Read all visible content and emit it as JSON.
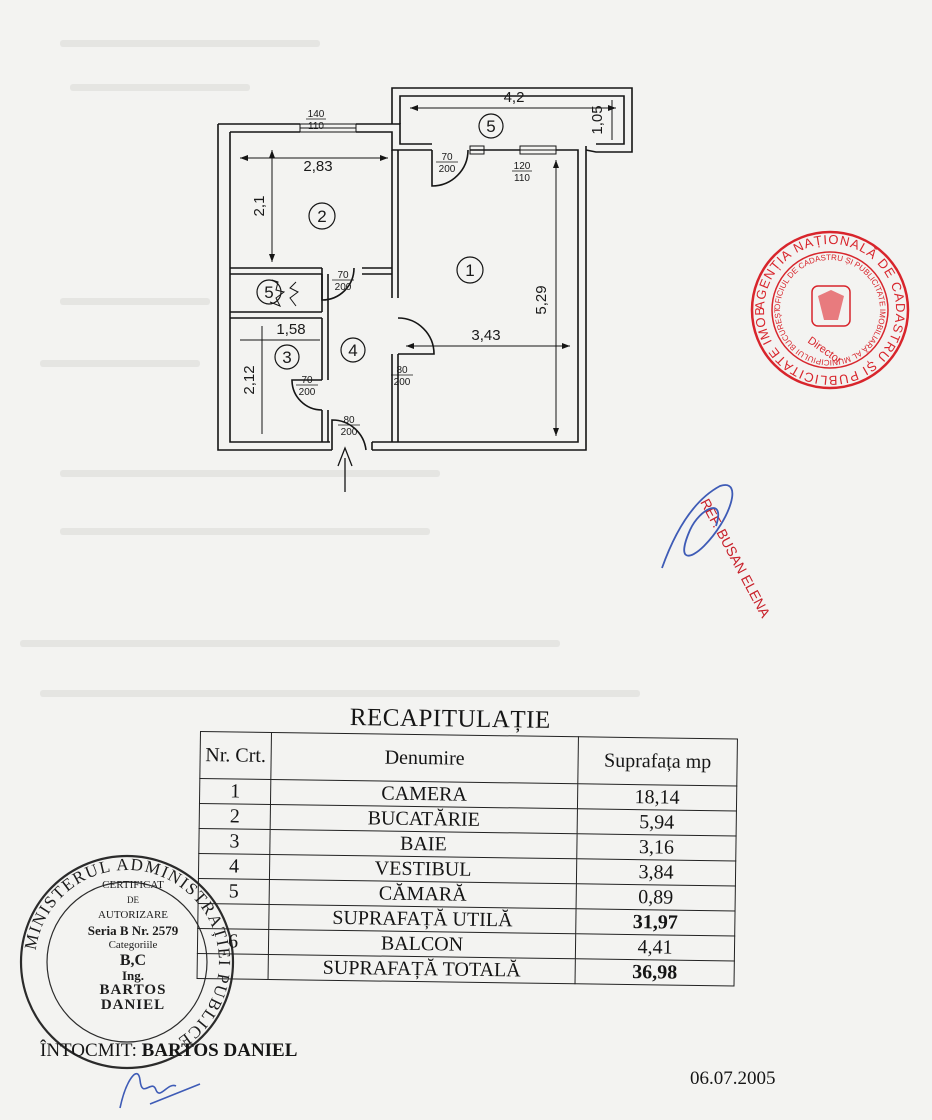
{
  "plan": {
    "rooms": [
      {
        "num": "1"
      },
      {
        "num": "2"
      },
      {
        "num": "3"
      },
      {
        "num": "4"
      },
      {
        "num": "5"
      },
      {
        "num": "5"
      }
    ],
    "dims": {
      "balcony_width": "4,2",
      "balcony_depth": "1,05",
      "window_top": "140",
      "window_bottom": "110",
      "window2_top": "120",
      "window2_bottom": "110",
      "door_balcony_top": "70",
      "door_balcony_bottom": "200",
      "kitchen_width": "2,83",
      "kitchen_depth": "2,1",
      "kitchen_door_top": "70",
      "kitchen_door_bottom": "200",
      "room_width": "3,43",
      "room_depth": "5,29",
      "bath_width": "1,58",
      "bath_depth": "2,12",
      "bath_door_top": "70",
      "bath_door_bottom": "200",
      "room_door_top": "80",
      "room_door_bottom": "200",
      "entry_door_top": "80",
      "entry_door_bottom": "200"
    }
  },
  "stamp_round": {
    "ring_text": "AGENȚIA NAȚIONALĂ DE CADASTRU ȘI PUBLICITATE IMOBILIARĂ",
    "inner_text": "OFICIUL DE CADASTRU ȘI PUBLICITATE IMOBILIARĂ AL MUNICIPIULUI BUCUREȘTI",
    "center_text": "Director",
    "color": "#d8252c"
  },
  "stamp_ref": {
    "text": "REF. BUSAN ELENA",
    "color": "#c8202a"
  },
  "recap": {
    "title": "RECAPITULAȚIE",
    "headers": {
      "nr": "Nr. Crt.",
      "name": "Denumire",
      "area": "Suprafața mp"
    },
    "rows": [
      {
        "nr": "1",
        "name": "CAMERA",
        "area": "18,14",
        "bold": false
      },
      {
        "nr": "2",
        "name": "BUCATĂRIE",
        "area": "5,94",
        "bold": false
      },
      {
        "nr": "3",
        "name": "BAIE",
        "area": "3,16",
        "bold": false
      },
      {
        "nr": "4",
        "name": "VESTIBUL",
        "area": "3,84",
        "bold": false
      },
      {
        "nr": "5",
        "name": "CĂMARĂ",
        "area": "0,89",
        "bold": false
      },
      {
        "nr": "",
        "name": "SUPRAFAȚĂ UTILĂ",
        "area": "31,97",
        "bold": true
      },
      {
        "nr": "6",
        "name": "BALCON",
        "area": "4,41",
        "bold": false
      },
      {
        "nr": "",
        "name": "SUPRAFAȚĂ  TOTALĂ",
        "area": "36,98",
        "bold": true
      }
    ]
  },
  "stamp_cert": {
    "ring_text": "MINISTERUL ADMINISTRAȚIEI PUBLICE",
    "l1": "CERTIFICAT",
    "l2": "DE",
    "l3": "AUTORIZARE",
    "l4": "Seria B Nr. 2579",
    "l5": "Categoriile",
    "l6": "B,C",
    "l7": "Ing.",
    "l8": "BARTOS",
    "l9": "DANIEL"
  },
  "footer": {
    "label": "ÎNTOCMIT:",
    "name": "BARTOS DANIEL",
    "date": "06.07.2005"
  }
}
